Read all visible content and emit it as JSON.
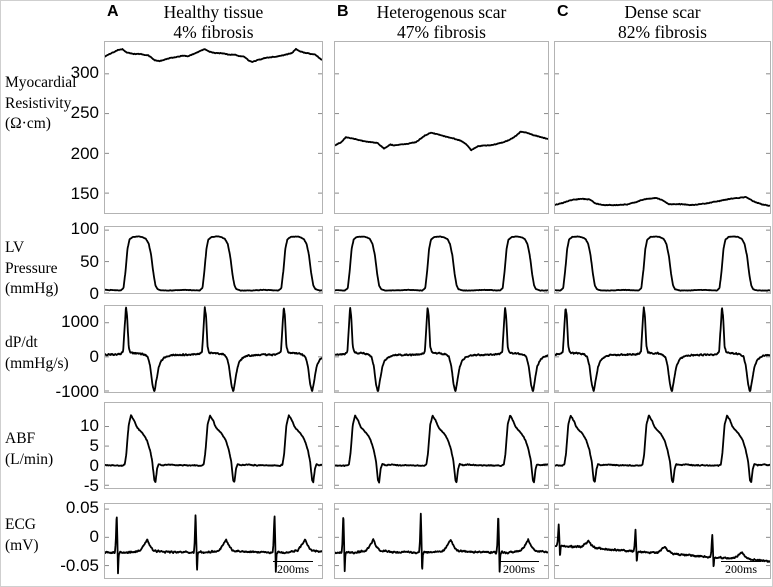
{
  "figure": {
    "bg": "#ffffff",
    "panel_border_color": "#b3b3b3",
    "trace_color": "#000000",
    "tick_color": "#8a8a8a",
    "scalebar_label": "200ms",
    "columns": [
      {
        "letter": "A",
        "title_line1": "Healthy tissue",
        "title_line2": "4% fibrosis"
      },
      {
        "letter": "B",
        "title_line1": "Heterogenous scar",
        "title_line2": "47% fibrosis"
      },
      {
        "letter": "C",
        "title_line1": "Dense scar",
        "title_line2": "82% fibrosis"
      }
    ]
  },
  "chart_data": [
    {
      "type": "line",
      "ylabel_lines": [
        "Myocardial",
        "Resistivity",
        "(Ω·cm)"
      ],
      "yrange": [
        125,
        340
      ],
      "yticks": [
        {
          "v": 300,
          "label": "300"
        },
        {
          "v": 250,
          "label": "250"
        },
        {
          "v": 200,
          "label": "200"
        },
        {
          "v": 150,
          "label": "150"
        }
      ],
      "noise": 0.6,
      "series": [
        {
          "name": "Healthy tissue",
          "mode": "points",
          "points": [
            [
              0,
              322
            ],
            [
              0.03,
              326
            ],
            [
              0.06,
              330
            ],
            [
              0.08,
              331
            ],
            [
              0.1,
              327
            ],
            [
              0.13,
              325
            ],
            [
              0.16,
              325
            ],
            [
              0.18,
              324
            ],
            [
              0.2,
              323
            ],
            [
              0.23,
              317
            ],
            [
              0.25,
              316
            ],
            [
              0.28,
              318
            ],
            [
              0.3,
              320
            ],
            [
              0.33,
              321
            ],
            [
              0.36,
              323
            ],
            [
              0.38,
              322
            ],
            [
              0.41,
              325
            ],
            [
              0.44,
              329
            ],
            [
              0.46,
              331
            ],
            [
              0.48,
              328
            ],
            [
              0.51,
              326
            ],
            [
              0.54,
              326
            ],
            [
              0.57,
              324
            ],
            [
              0.6,
              324
            ],
            [
              0.62,
              322
            ],
            [
              0.64,
              322
            ],
            [
              0.66,
              317
            ],
            [
              0.68,
              315
            ],
            [
              0.71,
              318
            ],
            [
              0.74,
              320
            ],
            [
              0.77,
              321
            ],
            [
              0.8,
              322
            ],
            [
              0.83,
              324
            ],
            [
              0.86,
              326
            ],
            [
              0.88,
              331
            ],
            [
              0.9,
              328
            ],
            [
              0.93,
              326
            ],
            [
              0.95,
              325
            ],
            [
              0.97,
              324
            ],
            [
              1,
              317
            ]
          ]
        },
        {
          "name": "Heterogenous scar",
          "mode": "points",
          "points": [
            [
              0,
              210
            ],
            [
              0.03,
              214
            ],
            [
              0.05,
              220
            ],
            [
              0.08,
              219
            ],
            [
              0.11,
              217
            ],
            [
              0.14,
              215
            ],
            [
              0.17,
              214
            ],
            [
              0.2,
              213
            ],
            [
              0.23,
              206
            ],
            [
              0.26,
              211
            ],
            [
              0.28,
              210
            ],
            [
              0.31,
              211
            ],
            [
              0.34,
              212
            ],
            [
              0.38,
              214
            ],
            [
              0.42,
              222
            ],
            [
              0.45,
              226
            ],
            [
              0.48,
              224
            ],
            [
              0.52,
              221
            ],
            [
              0.55,
              219
            ],
            [
              0.58,
              217
            ],
            [
              0.61,
              213
            ],
            [
              0.64,
              204
            ],
            [
              0.67,
              209
            ],
            [
              0.7,
              210
            ],
            [
              0.73,
              210
            ],
            [
              0.76,
              212
            ],
            [
              0.79,
              214
            ],
            [
              0.82,
              217
            ],
            [
              0.85,
              222
            ],
            [
              0.87,
              227
            ],
            [
              0.9,
              226
            ],
            [
              0.93,
              223
            ],
            [
              0.96,
              221
            ],
            [
              1,
              218
            ]
          ]
        },
        {
          "name": "Dense scar",
          "mode": "points",
          "points": [
            [
              0,
              135
            ],
            [
              0.04,
              138
            ],
            [
              0.07,
              141
            ],
            [
              0.1,
              142
            ],
            [
              0.13,
              143
            ],
            [
              0.16,
              142
            ],
            [
              0.19,
              137
            ],
            [
              0.22,
              135
            ],
            [
              0.26,
              135
            ],
            [
              0.3,
              135
            ],
            [
              0.34,
              136
            ],
            [
              0.38,
              139
            ],
            [
              0.41,
              142
            ],
            [
              0.44,
              143
            ],
            [
              0.47,
              144
            ],
            [
              0.5,
              141
            ],
            [
              0.53,
              136
            ],
            [
              0.57,
              136
            ],
            [
              0.6,
              136
            ],
            [
              0.63,
              135
            ],
            [
              0.67,
              136
            ],
            [
              0.7,
              137
            ],
            [
              0.74,
              139
            ],
            [
              0.78,
              141
            ],
            [
              0.82,
              143
            ],
            [
              0.86,
              144
            ],
            [
              0.89,
              145
            ],
            [
              0.92,
              140
            ],
            [
              0.96,
              136
            ],
            [
              1,
              134
            ]
          ]
        }
      ]
    },
    {
      "type": "line",
      "ylabel_lines": [
        "LV",
        "Pressure",
        "(mmHg)"
      ],
      "yrange": [
        0,
        105
      ],
      "yticks": [
        {
          "v": 100,
          "label": "100"
        },
        {
          "v": 50,
          "label": "50"
        },
        {
          "v": 0,
          "label": "0"
        }
      ],
      "noise": 0.5,
      "cycle": [
        [
          0,
          5
        ],
        [
          0.2,
          4
        ],
        [
          0.235,
          8
        ],
        [
          0.26,
          35
        ],
        [
          0.285,
          70
        ],
        [
          0.31,
          85
        ],
        [
          0.35,
          89
        ],
        [
          0.42,
          90
        ],
        [
          0.47,
          89
        ],
        [
          0.52,
          86
        ],
        [
          0.555,
          78
        ],
        [
          0.585,
          60
        ],
        [
          0.615,
          30
        ],
        [
          0.64,
          12
        ],
        [
          0.665,
          6
        ],
        [
          0.72,
          4
        ],
        [
          0.85,
          4
        ],
        [
          1,
          5
        ]
      ],
      "series": [
        {
          "name": "Healthy tissue",
          "mode": "cycles",
          "cycles": 2.75,
          "phase": 0
        },
        {
          "name": "Heterogenous scar",
          "mode": "cycles",
          "cycles": 2.75,
          "phase": 0.07
        },
        {
          "name": "Dense scar",
          "mode": "cycles",
          "cycles": 2.75,
          "phase": 0.13
        }
      ]
    },
    {
      "type": "line",
      "ylabel_lines": [
        "dP/dt",
        "(mmHg/s)"
      ],
      "yrange": [
        -1030,
        1490
      ],
      "yticks": [
        {
          "v": 1000,
          "label": "1000"
        },
        {
          "v": 0,
          "label": "0"
        },
        {
          "v": -1000,
          "label": "-1000"
        }
      ],
      "noise": 30,
      "cycle": [
        [
          0,
          60
        ],
        [
          0.15,
          70
        ],
        [
          0.2,
          90
        ],
        [
          0.23,
          150
        ],
        [
          0.25,
          900
        ],
        [
          0.265,
          1450
        ],
        [
          0.28,
          1200
        ],
        [
          0.3,
          300
        ],
        [
          0.32,
          130
        ],
        [
          0.36,
          110
        ],
        [
          0.44,
          100
        ],
        [
          0.5,
          70
        ],
        [
          0.54,
          0
        ],
        [
          0.57,
          -250
        ],
        [
          0.6,
          -800
        ],
        [
          0.625,
          -1040
        ],
        [
          0.65,
          -700
        ],
        [
          0.68,
          -300
        ],
        [
          0.71,
          -120
        ],
        [
          0.75,
          -20
        ],
        [
          0.82,
          40
        ],
        [
          0.92,
          55
        ],
        [
          1,
          60
        ]
      ],
      "series": [
        {
          "name": "Healthy tissue",
          "mode": "cycles",
          "cycles": 2.75,
          "phase": 0
        },
        {
          "name": "Heterogenous scar",
          "mode": "cycles",
          "cycles": 2.75,
          "phase": 0.07
        },
        {
          "name": "Dense scar",
          "mode": "cycles",
          "cycles": 2.75,
          "phase": 0.13
        }
      ]
    },
    {
      "type": "line",
      "ylabel_lines": [
        "ABF",
        "(L/min)"
      ],
      "yrange": [
        -5.7,
        16
      ],
      "yticks": [
        {
          "v": 10,
          "label": "10"
        },
        {
          "v": 5,
          "label": "5"
        },
        {
          "v": 0,
          "label": "0"
        },
        {
          "v": -5,
          "label": "-5"
        }
      ],
      "noise": 0.16,
      "cycle": [
        [
          0,
          0.1
        ],
        [
          0.22,
          0
        ],
        [
          0.25,
          0.3
        ],
        [
          0.27,
          3
        ],
        [
          0.3,
          10.5
        ],
        [
          0.33,
          12.8
        ],
        [
          0.37,
          11.5
        ],
        [
          0.4,
          10
        ],
        [
          0.43,
          9.2
        ],
        [
          0.48,
          8.2
        ],
        [
          0.53,
          6.5
        ],
        [
          0.57,
          4
        ],
        [
          0.6,
          1
        ],
        [
          0.625,
          -3.8
        ],
        [
          0.64,
          -4.2
        ],
        [
          0.66,
          -0.8
        ],
        [
          0.68,
          0.4
        ],
        [
          0.72,
          0.1
        ],
        [
          0.8,
          0.3
        ],
        [
          0.9,
          0.1
        ],
        [
          1,
          0.1
        ]
      ],
      "series": [
        {
          "name": "Healthy tissue",
          "mode": "cycles",
          "cycles": 2.75,
          "phase": 0
        },
        {
          "name": "Heterogenous scar",
          "mode": "cycles",
          "cycles": 2.75,
          "phase": 0.07
        },
        {
          "name": "Dense scar",
          "mode": "cycles",
          "cycles": 2.75,
          "phase": 0.13
        }
      ]
    },
    {
      "type": "line",
      "ylabel_lines": [
        "ECG",
        "(mV)"
      ],
      "yrange": [
        -0.072,
        0.059
      ],
      "yticks": [
        {
          "v": 0.05,
          "label": "0.05"
        },
        {
          "v": 0,
          "label": "0"
        },
        {
          "v": -0.05,
          "label": "-0.05"
        }
      ],
      "noise": 0.0022,
      "cycle": [
        [
          0,
          -0.026
        ],
        [
          0.1,
          -0.027
        ],
        [
          0.145,
          -0.027
        ],
        [
          0.155,
          -0.012
        ],
        [
          0.168,
          0.042
        ],
        [
          0.178,
          -0.01
        ],
        [
          0.185,
          -0.063
        ],
        [
          0.195,
          -0.03
        ],
        [
          0.21,
          -0.026
        ],
        [
          0.3,
          -0.027
        ],
        [
          0.46,
          -0.024
        ],
        [
          0.52,
          -0.012
        ],
        [
          0.555,
          -0.004
        ],
        [
          0.59,
          -0.015
        ],
        [
          0.64,
          -0.024
        ],
        [
          0.8,
          -0.026
        ],
        [
          1,
          -0.026
        ]
      ],
      "series": [
        {
          "name": "Healthy tissue",
          "mode": "cycles",
          "cycles": 2.75,
          "phase": 0.02
        },
        {
          "name": "Heterogenous scar",
          "mode": "cycles",
          "cycles": 2.75,
          "phase": 0.06
        },
        {
          "name": "Dense scar",
          "mode": "cycles",
          "cycles": 2.8,
          "phase": 0.12,
          "scale": 0.55,
          "drift": -0.028
        }
      ]
    }
  ]
}
